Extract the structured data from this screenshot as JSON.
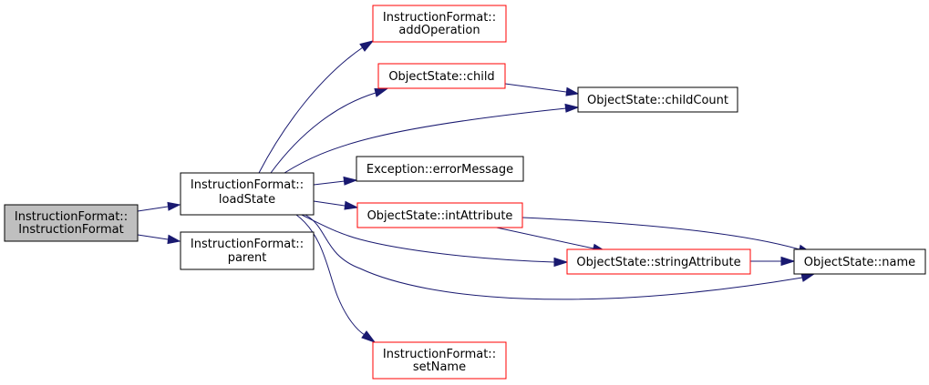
{
  "colors": {
    "edge": "#191970",
    "selected_fill": "#bfbfbf",
    "selected_border": "#000000",
    "linked_border": "#000000",
    "unresolved_border": "#ff0000",
    "node_fill": "#ffffff"
  },
  "nodes": {
    "ctor": {
      "line1": "InstructionFormat::",
      "line2": "InstructionFormat",
      "style": "selected"
    },
    "loadState": {
      "line1": "InstructionFormat::",
      "line2": "loadState",
      "style": "linked"
    },
    "parent": {
      "line1": "InstructionFormat::",
      "line2": "parent",
      "style": "linked"
    },
    "addOperation": {
      "line1": "InstructionFormat::",
      "line2": "addOperation",
      "style": "unresolved"
    },
    "child": {
      "line1": "ObjectState::child",
      "line2": "",
      "style": "unresolved"
    },
    "childCount": {
      "line1": "ObjectState::childCount",
      "line2": "",
      "style": "linked"
    },
    "errorMessage": {
      "line1": "Exception::errorMessage",
      "line2": "",
      "style": "linked"
    },
    "intAttribute": {
      "line1": "ObjectState::intAttribute",
      "line2": "",
      "style": "unresolved"
    },
    "stringAttribute": {
      "line1": "ObjectState::stringAttribute",
      "line2": "",
      "style": "unresolved"
    },
    "name": {
      "line1": "ObjectState::name",
      "line2": "",
      "style": "linked"
    },
    "setName": {
      "line1": "InstructionFormat::",
      "line2": "setName",
      "style": "unresolved"
    }
  },
  "edges": [
    {
      "from": "ctor",
      "to": "loadState"
    },
    {
      "from": "ctor",
      "to": "parent"
    },
    {
      "from": "loadState",
      "to": "addOperation"
    },
    {
      "from": "loadState",
      "to": "child"
    },
    {
      "from": "loadState",
      "to": "childCount"
    },
    {
      "from": "loadState",
      "to": "errorMessage"
    },
    {
      "from": "loadState",
      "to": "intAttribute"
    },
    {
      "from": "loadState",
      "to": "stringAttribute"
    },
    {
      "from": "loadState",
      "to": "name"
    },
    {
      "from": "loadState",
      "to": "setName"
    },
    {
      "from": "child",
      "to": "childCount"
    },
    {
      "from": "intAttribute",
      "to": "stringAttribute"
    },
    {
      "from": "intAttribute",
      "to": "name"
    },
    {
      "from": "stringAttribute",
      "to": "name"
    }
  ]
}
